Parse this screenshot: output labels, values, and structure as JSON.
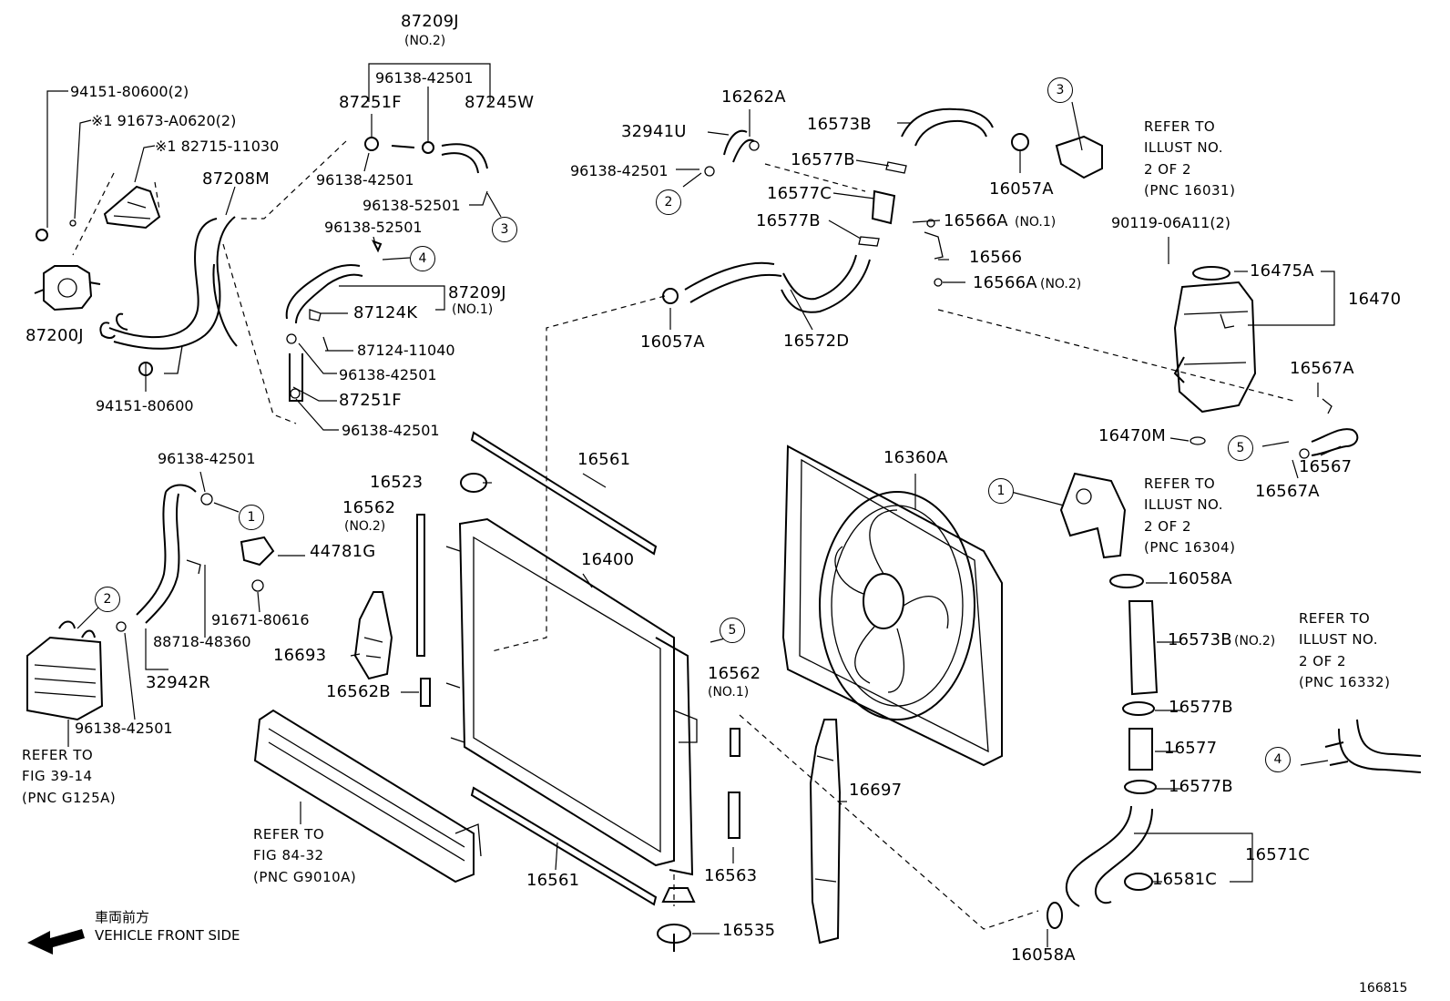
{
  "part_labels": {
    "p94151_2": "94151-80600(2)",
    "p91673": "※1 91673-A0620(2)",
    "p82715": "※1 82715-11030",
    "p87200J": "87200J",
    "p94151": "94151-80600",
    "p87208M": "87208M",
    "p87209J_2": "87209J",
    "p87209J_2_sub": "(NO.2)",
    "p96138_top": "96138-42501",
    "p87251F_top": "87251F",
    "p87245W": "87245W",
    "p96138_a": "96138-42501",
    "p96138_52501_a": "96138-52501",
    "p96138_52501_b": "96138-52501",
    "p87209J_1": "87209J",
    "p87209J_1_sub": "(NO.1)",
    "p87124K": "87124K",
    "p87124_11040": "87124-11040",
    "p96138_b": "96138-42501",
    "p87251F_b": "87251F",
    "p96138_c": "96138-42501",
    "p16262A": "16262A",
    "p32941U": "32941U",
    "p96138_d": "96138-42501",
    "p16573B": "16573B",
    "p16577B_a": "16577B",
    "p16577C": "16577C",
    "p16577B_b": "16577B",
    "p16057A_a": "16057A",
    "p16572D": "16572D",
    "p16057A_b": "16057A",
    "p16566A_1": "16566A",
    "p16566A_1_sub": "(NO.1)",
    "p16566": "16566",
    "p16566A_2": "16566A",
    "p16566A_2_sub": "(NO.2)",
    "p90119": "90119-06A11(2)",
    "p16475A": "16475A",
    "p16470": "16470",
    "p16567A_a": "16567A",
    "p16470M": "16470M",
    "p16567": "16567",
    "p16567A_b": "16567A",
    "p96138_e": "96138-42501",
    "p44781G": "44781G",
    "p91671": "91671-80616",
    "p88718": "88718-48360",
    "p32942R": "32942R",
    "p96138_f": "96138-42501",
    "p16523": "16523",
    "p16562_2": "16562",
    "p16562_2_sub": "(NO.2)",
    "p16561_top": "16561",
    "p16400": "16400",
    "p16693": "16693",
    "p16562B": "16562B",
    "p16562_1": "16562",
    "p16562_1_sub": "(NO.1)",
    "p16563": "16563",
    "p16561_bot": "16561",
    "p16535": "16535",
    "p16360A": "16360A",
    "p16697": "16697",
    "p16058A_a": "16058A",
    "p16573B_2": "16573B",
    "p16573B_2_sub": "(NO.2)",
    "p16577B_c": "16577B",
    "p16577": "16577",
    "p16577B_d": "16577B",
    "p16571C": "16571C",
    "p16581C": "16581C",
    "p16058A_b": "16058A"
  },
  "references": {
    "ref_16031": [
      "REFER TO",
      "ILLUST NO.",
      "2 OF 2",
      "(PNC 16031)"
    ],
    "ref_16304": [
      "REFER TO",
      "ILLUST NO.",
      "2 OF 2",
      "(PNC 16304)"
    ],
    "ref_16332": [
      "REFER TO",
      "ILLUST NO.",
      "2 OF 2",
      "(PNC 16332)"
    ],
    "ref_39": [
      "REFER TO",
      "FIG 39-14",
      "(PNC G125A)"
    ],
    "ref_84": [
      "REFER TO",
      "FIG 84-32",
      "(PNC G9010A)"
    ]
  },
  "callouts": [
    "1",
    "2",
    "3",
    "4",
    "5"
  ],
  "front": {
    "jp": "車両前方",
    "en": "VEHICLE FRONT SIDE"
  },
  "diagram_id": "166815"
}
